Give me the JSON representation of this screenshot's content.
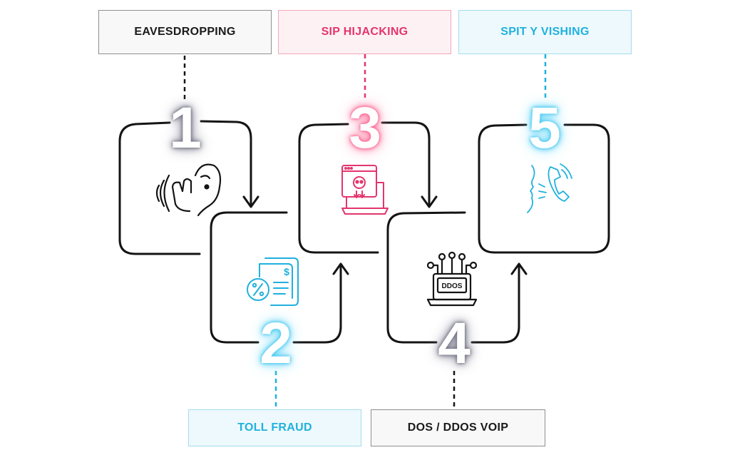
{
  "steps": [
    {
      "number": "1",
      "label": "EAVESDROPPING",
      "theme": "dark",
      "icon": "eavesdropping-ear-icon"
    },
    {
      "number": "2",
      "label": "TOLL FRAUD",
      "theme": "cyan",
      "icon": "invoice-percent-icon"
    },
    {
      "number": "3",
      "label": "SIP HIJACKING",
      "theme": "pink",
      "icon": "hijacked-computer-skull-icon"
    },
    {
      "number": "4",
      "label": "DOS / DDOS VOIP",
      "theme": "dark",
      "icon": "ddos-laptop-icon"
    },
    {
      "number": "5",
      "label": "SPIT Y VISHING",
      "theme": "cyan",
      "icon": "phone-voice-icon"
    }
  ],
  "ddos_screen_text": "DDOS",
  "colors": {
    "line": "#141414",
    "pink": "#e3356e",
    "cyan": "#1fb1de",
    "dark": "#1a1a1a"
  }
}
